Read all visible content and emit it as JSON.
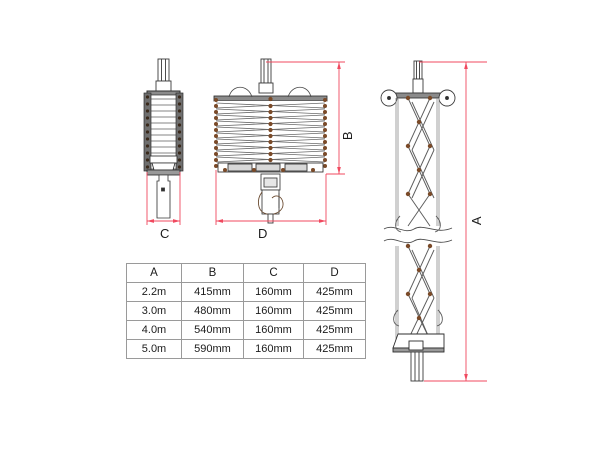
{
  "document": {
    "kind": "technical-dimension-drawing",
    "background_color": "#ffffff"
  },
  "colors": {
    "dimension_line": "#f0495f",
    "outline": "#3a3a3a",
    "rivet": "#7a4a28",
    "table_border": "#9a9a9a",
    "text": "#1b1b1b"
  },
  "views": [
    {
      "id": "left-view",
      "name": "collapsed-side-view",
      "dimension_label": "C"
    },
    {
      "id": "middle-view",
      "name": "collapsed-front-view",
      "dimension_labels": [
        "B",
        "D"
      ]
    },
    {
      "id": "right-view",
      "name": "extended-side-view",
      "dimension_label": "A"
    }
  ],
  "dimension_labels": {
    "A": "A",
    "B": "B",
    "C": "C",
    "D": "D"
  },
  "spec_table": {
    "headers": [
      "A",
      "B",
      "C",
      "D"
    ],
    "rows": [
      [
        "2.2m",
        "415mm",
        "160mm",
        "425mm"
      ],
      [
        "3.0m",
        "480mm",
        "160mm",
        "425mm"
      ],
      [
        "4.0m",
        "540mm",
        "160mm",
        "425mm"
      ],
      [
        "5.0m",
        "590mm",
        "160mm",
        "425mm"
      ]
    ]
  },
  "chart_data": {
    "type": "table",
    "title": "",
    "categories": [
      "A",
      "B",
      "C",
      "D"
    ],
    "series": [
      {
        "name": "row-1",
        "values": [
          "2.2m",
          "415mm",
          "160mm",
          "425mm"
        ]
      },
      {
        "name": "row-2",
        "values": [
          "3.0m",
          "480mm",
          "160mm",
          "425mm"
        ]
      },
      {
        "name": "row-3",
        "values": [
          "4.0m",
          "540mm",
          "160mm",
          "425mm"
        ]
      },
      {
        "name": "row-4",
        "values": [
          "5.0m",
          "590mm",
          "160mm",
          "425mm"
        ]
      }
    ]
  }
}
